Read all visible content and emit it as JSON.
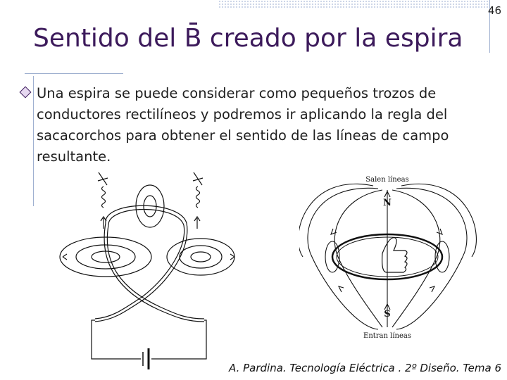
{
  "slide": {
    "page_number": "46",
    "title_before": "Sentido del ",
    "title_symbol": "B",
    "title_after": " creado por la espira",
    "bullet_text": "Una espira se puede considerar como pequeños trozos de conductores rectilíneos y podremos ir aplicando la regla del sacacorchos para obtener el sentido de las líneas de campo resultante.",
    "footer": "A. Pardina. Tecnología Eléctrica . 2º Diseño. Tema 6"
  },
  "figure_right": {
    "top_label": "Salen líneas",
    "north_label": "N",
    "south_label": "S",
    "bottom_label": "Entran líneas"
  }
}
